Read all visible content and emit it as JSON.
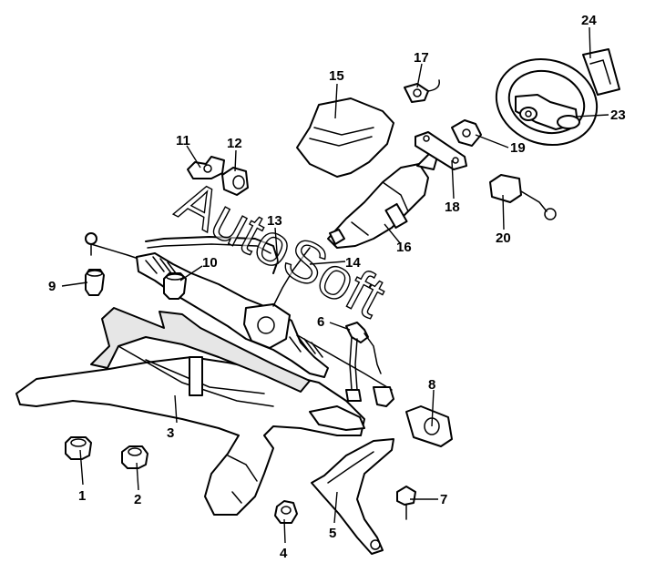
{
  "watermark": "AutoSoft",
  "callouts": [
    {
      "id": "1",
      "label": "1"
    },
    {
      "id": "2",
      "label": "2"
    },
    {
      "id": "3",
      "label": "3"
    },
    {
      "id": "4",
      "label": "4"
    },
    {
      "id": "5",
      "label": "5"
    },
    {
      "id": "6",
      "label": "6"
    },
    {
      "id": "7",
      "label": "7"
    },
    {
      "id": "8",
      "label": "8"
    },
    {
      "id": "9",
      "label": "9"
    },
    {
      "id": "10",
      "label": "10"
    },
    {
      "id": "11",
      "label": "11"
    },
    {
      "id": "12",
      "label": "12"
    },
    {
      "id": "13",
      "label": "13"
    },
    {
      "id": "14",
      "label": "14"
    },
    {
      "id": "15",
      "label": "15"
    },
    {
      "id": "16",
      "label": "16"
    },
    {
      "id": "17",
      "label": "17"
    },
    {
      "id": "18",
      "label": "18"
    },
    {
      "id": "19",
      "label": "19"
    },
    {
      "id": "20",
      "label": "20"
    },
    {
      "id": "23",
      "label": "23"
    },
    {
      "id": "24",
      "label": "24"
    }
  ],
  "colors": {
    "line": "#000000",
    "background": "#ffffff",
    "shade": "#e6e6e6"
  }
}
